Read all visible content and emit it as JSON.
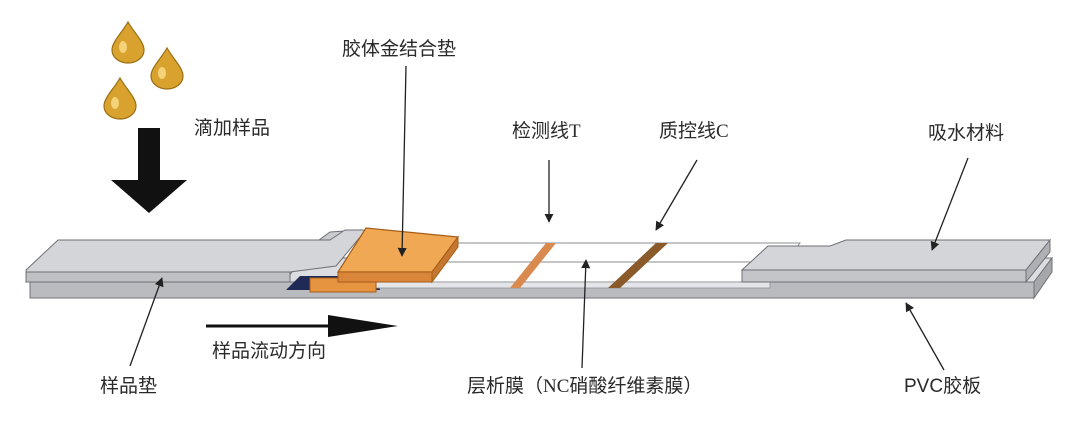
{
  "labels": {
    "sample_add": "滴加样品",
    "conjugate_pad": "胶体金结合垫",
    "test_line": "检测线T",
    "control_line": "质控线C",
    "absorbent": "吸水材料",
    "sample_pad": "样品垫",
    "flow_direction": "样品流动方向",
    "membrane": "层析膜（NC硝酸纤维素膜）",
    "pvc_backing": "PVC胶板"
  },
  "colors": {
    "droplet": "#d9a22e",
    "conjugate": "#f0a855",
    "test_line": "#d98a4e",
    "control_line": "#8a5a2a",
    "pad": "#c9cbcf",
    "membrane": "#ffffff",
    "backing": "#b9bbbf"
  }
}
